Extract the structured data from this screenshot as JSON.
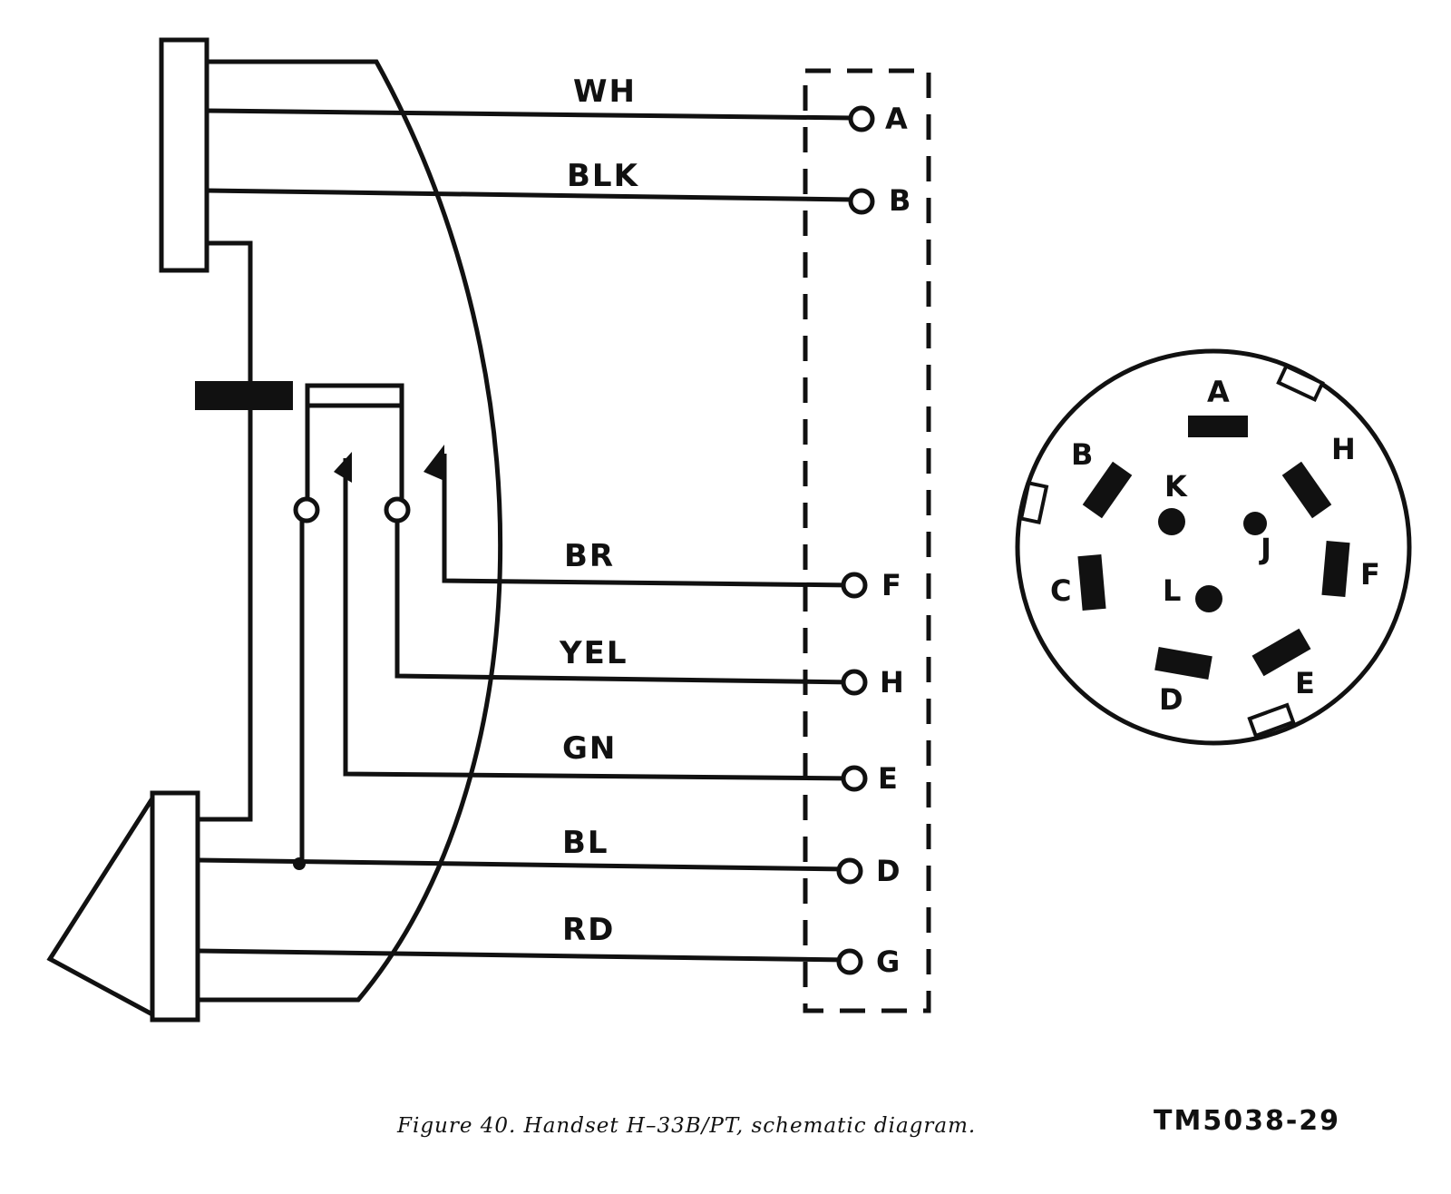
{
  "wires": [
    {
      "label": "WH",
      "terminal": "A"
    },
    {
      "label": "BLK",
      "terminal": "B"
    },
    {
      "label": "BR",
      "terminal": "F"
    },
    {
      "label": "YEL",
      "terminal": "H"
    },
    {
      "label": "GN",
      "terminal": "E"
    },
    {
      "label": "BL",
      "terminal": "D"
    },
    {
      "label": "RD",
      "terminal": "G"
    }
  ],
  "connector_pins": [
    "A",
    "B",
    "C",
    "D",
    "E",
    "F",
    "H",
    "J",
    "K",
    "L"
  ],
  "caption": "Figure 40. Handset H–33B/PT, schematic diagram.",
  "figure_id": "TM5038-29"
}
